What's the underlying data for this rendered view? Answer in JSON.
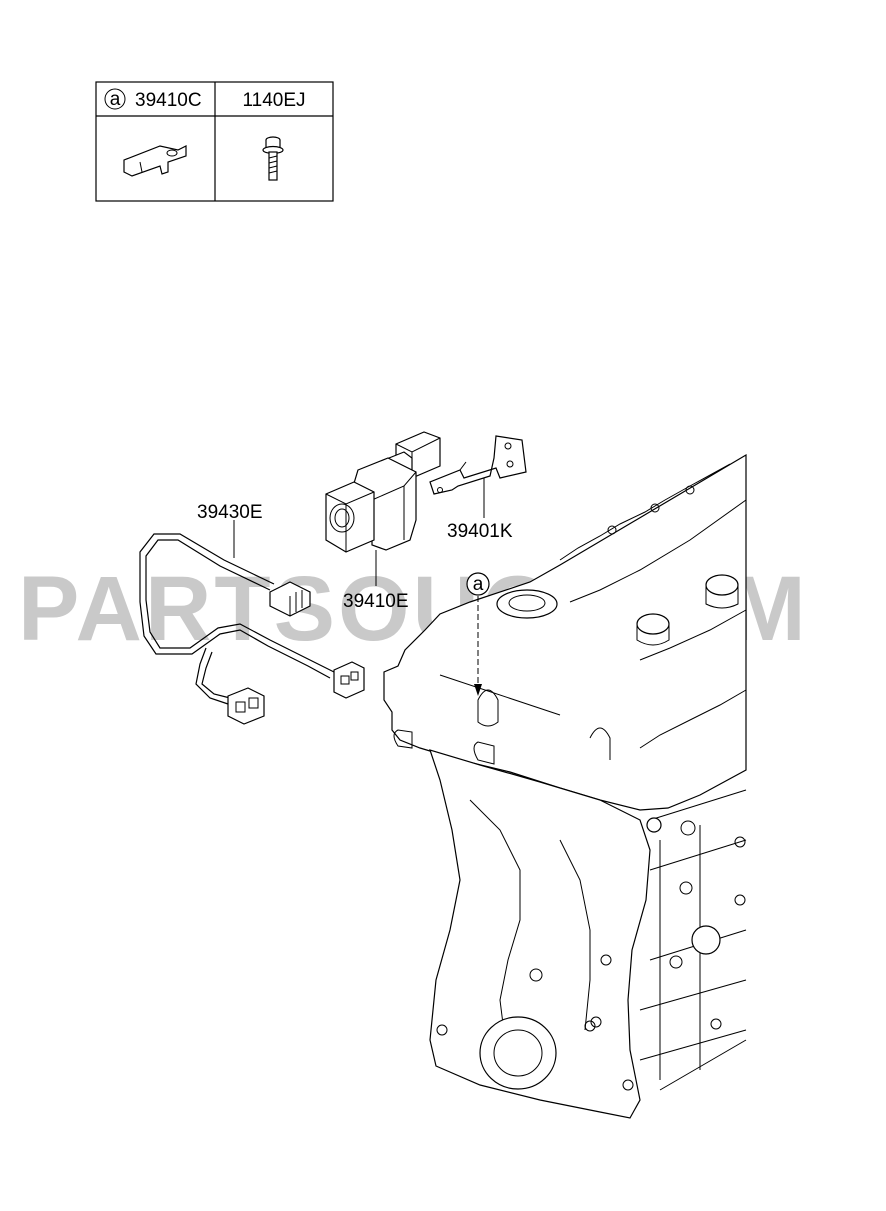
{
  "watermark": "PARTSOUQ.COM",
  "legend_table": {
    "col1_marker": "a",
    "col1_part": "39410C",
    "col2_part": "1140EJ"
  },
  "callouts": {
    "harness": "39430E",
    "sensor": "39410E",
    "bracket": "39401K",
    "location_marker": "a"
  }
}
